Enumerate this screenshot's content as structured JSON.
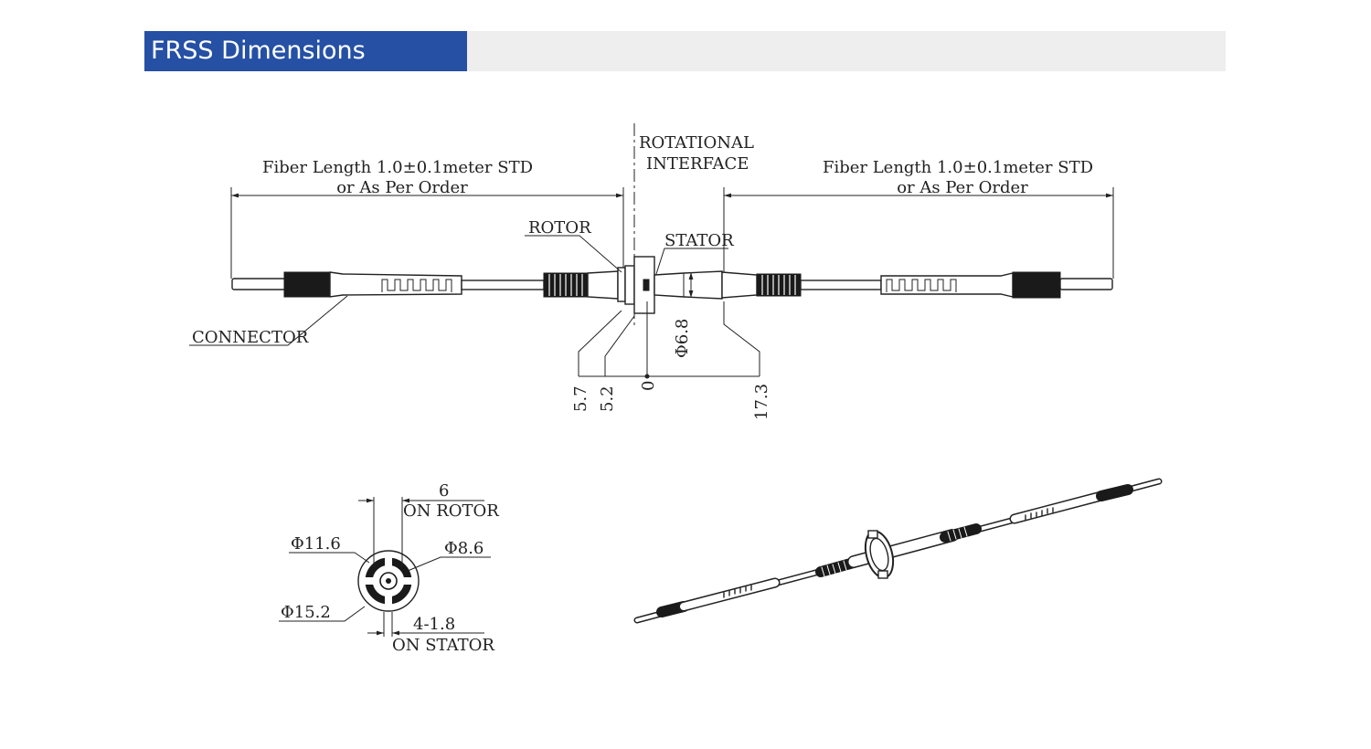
{
  "header": {
    "title": "FRSS Dimensions"
  },
  "colors": {
    "header_blue": "#2550a4",
    "header_gray": "#eeeeee",
    "ink": "#222222"
  },
  "main_drawing": {
    "fiber_left": {
      "line1": "Fiber Length 1.0±0.1meter STD",
      "line2": "or As Per Order"
    },
    "fiber_right": {
      "line1": "Fiber Length 1.0±0.1meter STD",
      "line2": "or As Per Order"
    },
    "interface": {
      "line1": "ROTATIONAL",
      "line2": "INTERFACE"
    },
    "labels": {
      "rotor": "ROTOR",
      "stator": "STATOR",
      "connector": "CONNECTOR",
      "diameter": "Φ6.8"
    },
    "positions": [
      "5.7",
      "5.2",
      "0",
      "17.3"
    ]
  },
  "end_view": {
    "width": {
      "value": "6",
      "note": "ON ROTOR"
    },
    "d_outer_ring": "Φ11.6",
    "d_inner": "Φ8.6",
    "d_flange": "Φ15.2",
    "slots": {
      "value": "4-1.8",
      "note": "ON STATOR"
    }
  }
}
